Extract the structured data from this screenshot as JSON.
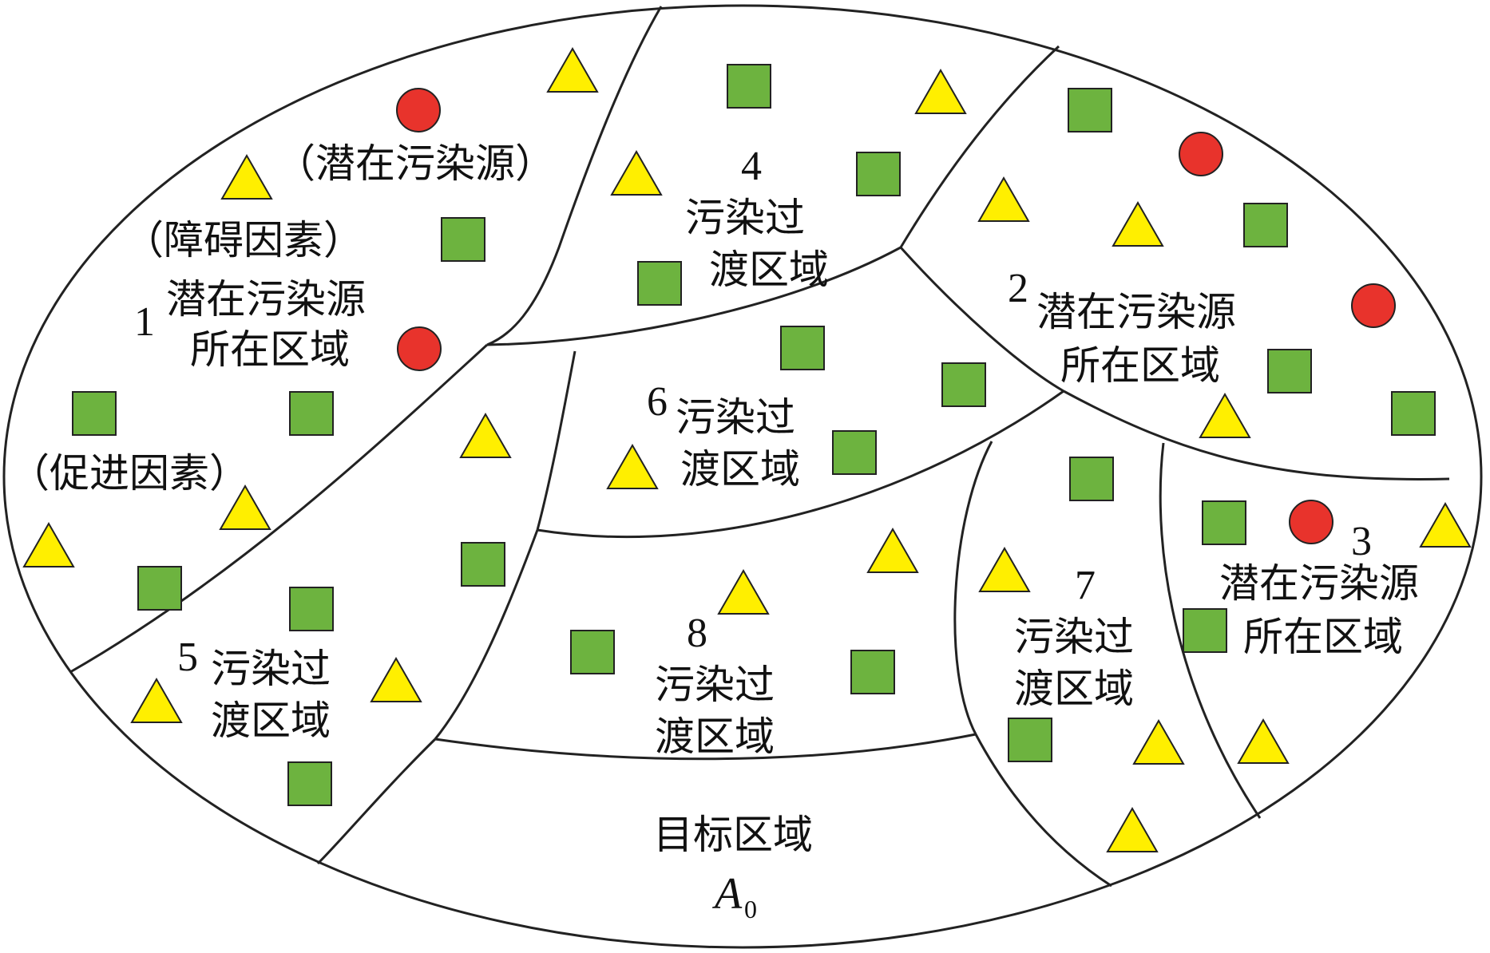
{
  "colors": {
    "barrier": "#6db33f",
    "promoter": "#ffef00",
    "source": "#e8332c",
    "outline": "#222222"
  },
  "icons": {
    "square": "barrier-square-icon",
    "triangle": "promoter-triangle-icon",
    "circle": "source-circle-icon"
  },
  "regions": {
    "r1": {
      "number": "1",
      "line1": "潜在污染源",
      "line2": "所在区域"
    },
    "r2": {
      "number": "2",
      "line1": "潜在污染源",
      "line2": "所在区域"
    },
    "r3": {
      "number": "3",
      "line1": "潜在污染源",
      "line2": "所在区域"
    },
    "r4": {
      "number": "4",
      "line1": "污染过",
      "line2": "渡区域"
    },
    "r5": {
      "number": "5",
      "line1": "污染过",
      "line2": "渡区域"
    },
    "r6": {
      "number": "6",
      "line1": "污染过",
      "line2": "渡区域"
    },
    "r7": {
      "number": "7",
      "line1": "污染过",
      "line2": "渡区域"
    },
    "r8": {
      "number": "8",
      "line1": "污染过",
      "line2": "渡区域"
    },
    "target": {
      "line1": "目标区域",
      "symbol": "A",
      "subscript": "0"
    }
  },
  "annotations": {
    "source": "（潜在污染源）",
    "barrier": "（障碍因素）",
    "promoter": "（促进因素）"
  }
}
